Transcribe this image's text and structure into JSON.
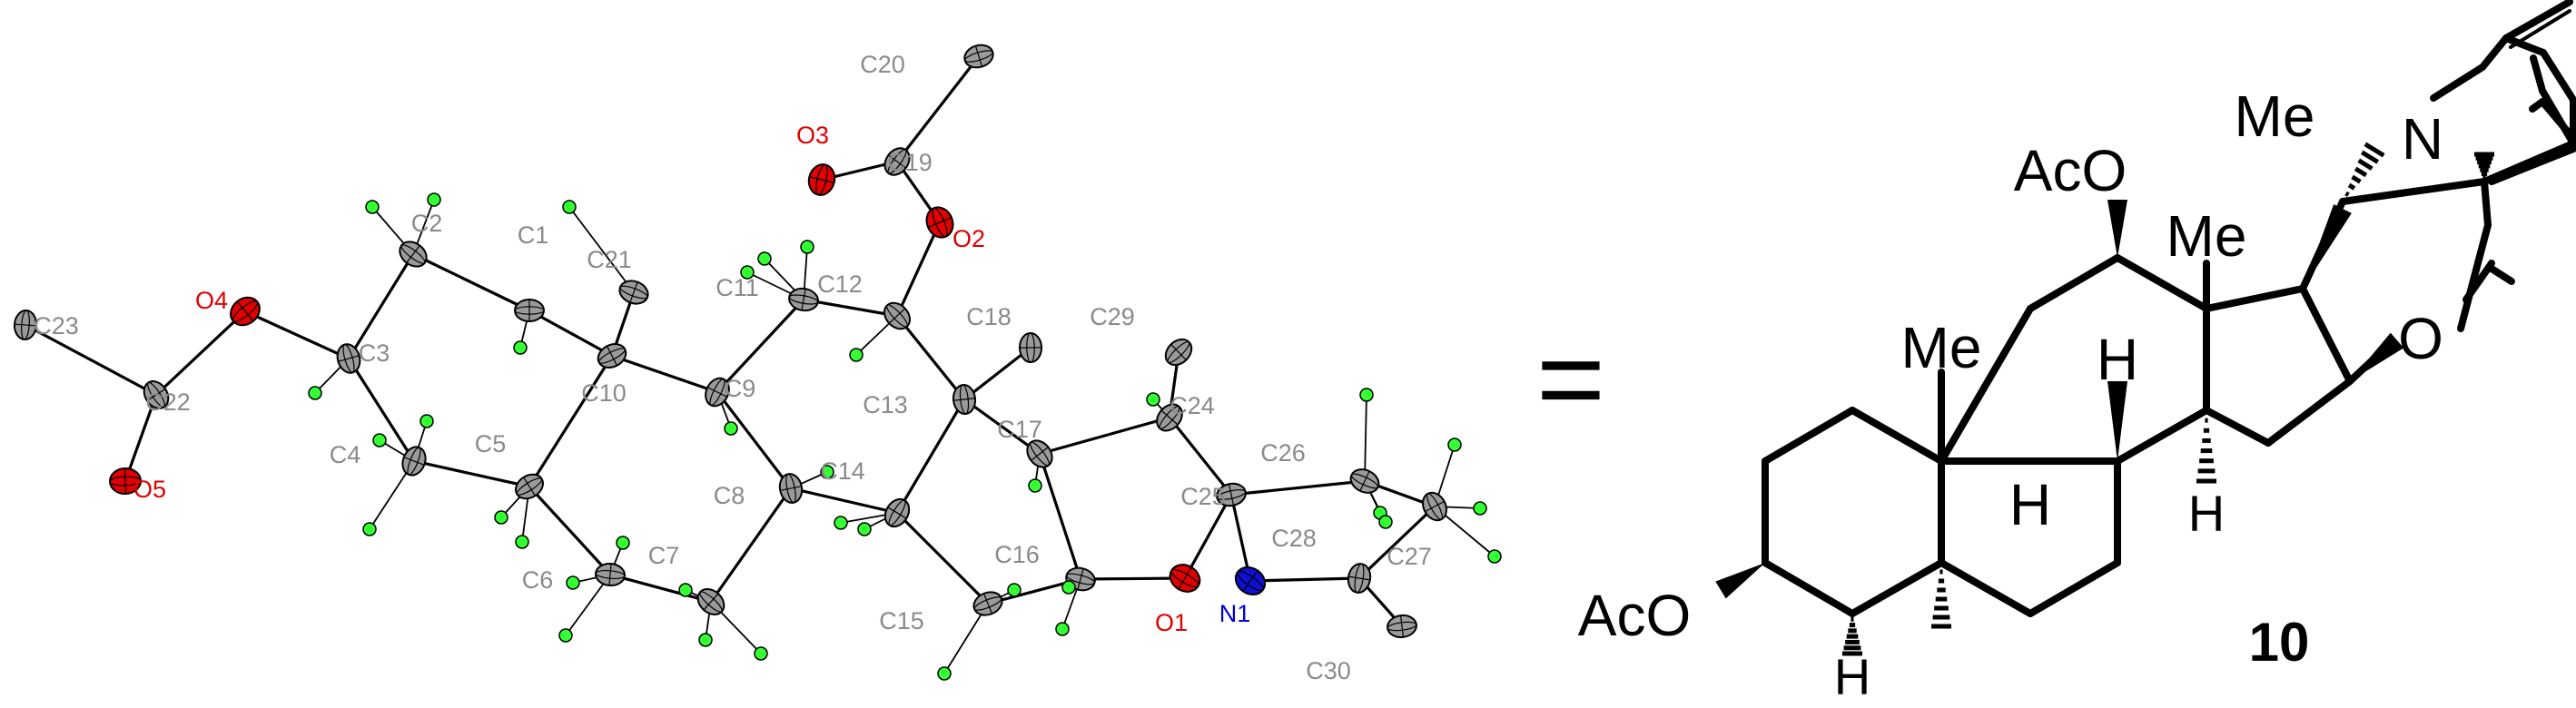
{
  "colors": {
    "carbon": "#9a9a9a",
    "oxygen": "#e00000",
    "nitrogen": "#1010d0",
    "hydrogen": "#33ff33",
    "label_carbon": "#8a8a8a",
    "bond": "#000000"
  },
  "ortep": {
    "atoms": [
      {
        "id": "C1",
        "label": "C1",
        "el": "C"
      },
      {
        "id": "C2",
        "label": "C2",
        "el": "C"
      },
      {
        "id": "C3",
        "label": "C3",
        "el": "C"
      },
      {
        "id": "C4",
        "label": "C4",
        "el": "C"
      },
      {
        "id": "C5",
        "label": "C5",
        "el": "C"
      },
      {
        "id": "C6",
        "label": "C6",
        "el": "C"
      },
      {
        "id": "C7",
        "label": "C7",
        "el": "C"
      },
      {
        "id": "C8",
        "label": "C8",
        "el": "C"
      },
      {
        "id": "C9",
        "label": "C9",
        "el": "C"
      },
      {
        "id": "C10",
        "label": "C10",
        "el": "C"
      },
      {
        "id": "C11",
        "label": "C11",
        "el": "C"
      },
      {
        "id": "C12",
        "label": "C12",
        "el": "C"
      },
      {
        "id": "C13",
        "label": "C13",
        "el": "C"
      },
      {
        "id": "C14",
        "label": "C14",
        "el": "C"
      },
      {
        "id": "C15",
        "label": "C15",
        "el": "C"
      },
      {
        "id": "C16",
        "label": "C16",
        "el": "C"
      },
      {
        "id": "C17",
        "label": "C17",
        "el": "C"
      },
      {
        "id": "C18",
        "label": "C18",
        "el": "C"
      },
      {
        "id": "C19",
        "label": "C19",
        "el": "C"
      },
      {
        "id": "C20",
        "label": "C20",
        "el": "C"
      },
      {
        "id": "C21",
        "label": "C21",
        "el": "C"
      },
      {
        "id": "C22",
        "label": "C22",
        "el": "C"
      },
      {
        "id": "C23",
        "label": "C23",
        "el": "C"
      },
      {
        "id": "C24",
        "label": "C24",
        "el": "C"
      },
      {
        "id": "C25",
        "label": "C25",
        "el": "C"
      },
      {
        "id": "C26",
        "label": "C26",
        "el": "C"
      },
      {
        "id": "C27",
        "label": "C27",
        "el": "C"
      },
      {
        "id": "C28",
        "label": "C28",
        "el": "C"
      },
      {
        "id": "C29",
        "label": "C29",
        "el": "C"
      },
      {
        "id": "C30",
        "label": "C30",
        "el": "C"
      },
      {
        "id": "O1",
        "label": "O1",
        "el": "O"
      },
      {
        "id": "O2",
        "label": "O2",
        "el": "O"
      },
      {
        "id": "O3",
        "label": "O3",
        "el": "O"
      },
      {
        "id": "O4",
        "label": "O4",
        "el": "O"
      },
      {
        "id": "O5",
        "label": "O5",
        "el": "O"
      },
      {
        "id": "N1",
        "label": "N1",
        "el": "N"
      }
    ],
    "bonds": [
      [
        "C1",
        "C2"
      ],
      [
        "C2",
        "C3"
      ],
      [
        "C3",
        "C4"
      ],
      [
        "C4",
        "C5"
      ],
      [
        "C5",
        "C10"
      ],
      [
        "C10",
        "C1"
      ],
      [
        "C5",
        "C6"
      ],
      [
        "C6",
        "C7"
      ],
      [
        "C7",
        "C8"
      ],
      [
        "C8",
        "C9"
      ],
      [
        "C9",
        "C10"
      ],
      [
        "C10",
        "C21"
      ],
      [
        "C9",
        "C11"
      ],
      [
        "C11",
        "C12"
      ],
      [
        "C12",
        "C13"
      ],
      [
        "C13",
        "C14"
      ],
      [
        "C14",
        "C8"
      ],
      [
        "C13",
        "C18"
      ],
      [
        "C13",
        "C17"
      ],
      [
        "C17",
        "C16"
      ],
      [
        "C16",
        "C15"
      ],
      [
        "C15",
        "C14"
      ],
      [
        "C17",
        "C24"
      ],
      [
        "C24",
        "C29"
      ],
      [
        "C24",
        "C25"
      ],
      [
        "C25",
        "O1"
      ],
      [
        "O1",
        "C16"
      ],
      [
        "C25",
        "N1"
      ],
      [
        "N1",
        "C28"
      ],
      [
        "C28",
        "C27"
      ],
      [
        "C27",
        "C26"
      ],
      [
        "C26",
        "C25"
      ],
      [
        "C28",
        "C30"
      ],
      [
        "C12",
        "O2"
      ],
      [
        "O2",
        "C19"
      ],
      [
        "C19",
        "O3"
      ],
      [
        "C19",
        "C20"
      ],
      [
        "C3",
        "O4"
      ],
      [
        "O4",
        "C22"
      ],
      [
        "C22",
        "O5"
      ],
      [
        "C22",
        "C23"
      ]
    ]
  },
  "equals_sign": "=",
  "structure": {
    "labels": {
      "acetoxy_top": "AcO",
      "acetoxy_bottom": "AcO",
      "me_c10": "Me",
      "me_c13": "Me",
      "me_c20": "Me",
      "h_c9": "H",
      "h_c8": "H",
      "h_c14": "H",
      "h_c5": "H",
      "n": "N",
      "o": "O"
    },
    "compound_number": "10"
  }
}
